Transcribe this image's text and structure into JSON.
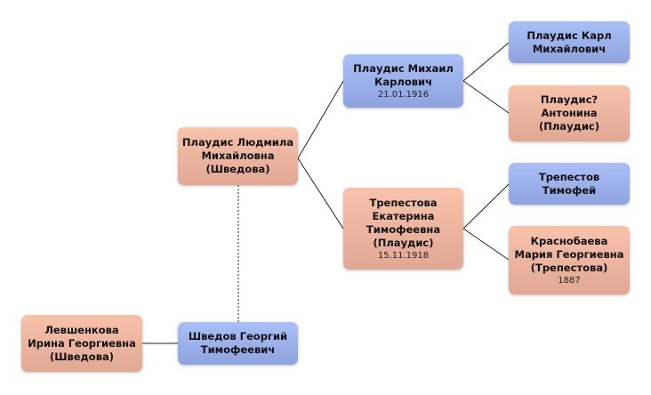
{
  "people": {
    "karl": {
      "name": "Плаудис Карл Михайлович",
      "gender": "male"
    },
    "mikhail": {
      "name": "Плаудис Михаил Карлович",
      "date": "21.01.1916",
      "gender": "male"
    },
    "antonina": {
      "name": "Плаудис? Антонина (Плаудис)",
      "gender": "female"
    },
    "ludmila": {
      "name": "Плаудис Людмила Михайловна (Шведова)",
      "gender": "female"
    },
    "ekaterina": {
      "name": "Трепестова Екатерина Тимофеевна (Плаудис)",
      "date": "15.11.1918",
      "gender": "female"
    },
    "timofey": {
      "name": "Трепестов Тимофей",
      "gender": "male"
    },
    "maria": {
      "name": "Краснобаева Мария Георгиевна (Трепестова)",
      "date": "1887",
      "gender": "female"
    },
    "irina": {
      "name": "Левшенкова Ирина Георгиевна (Шведова)",
      "gender": "female"
    },
    "georgy": {
      "name": "Шведов Георгий Тимофеевич",
      "gender": "male"
    }
  },
  "colors": {
    "male": "#9fb3ee",
    "female": "#f0b6a0",
    "line": "#222222"
  }
}
